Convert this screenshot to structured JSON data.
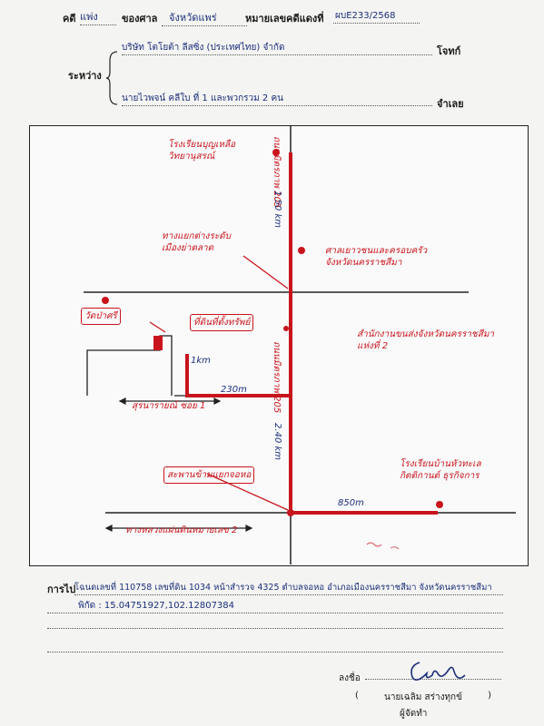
{
  "header": {
    "case_label": "คดี",
    "case_type": "แพ่ง",
    "court_label": "ของศาล",
    "court_name": "จังหวัดแพร่",
    "red_no_label": "หมายเลขคดีแดงที่",
    "red_no": "ผบE233/2568"
  },
  "parties": {
    "between_label": "ระหว่าง",
    "plaintiff": "บริษัท โตโยต้า ลีสซิ่ง (ประเทศไทย) จำกัด",
    "plaintiff_role": "โจทก์",
    "defendant": "นายไวพจน์ คลีใบ ที่ 1 และพวกรวม 2 คน",
    "defendant_role": "จำเลย"
  },
  "map": {
    "road_vertical_north": "ถนนมิตรภาพ 205",
    "road_vertical_south": "ถนนมิตรภาพ 205",
    "dist_north": "1.50 km",
    "dist_south": "2.40 km",
    "dist_mid": "230m",
    "dist_side": "1km",
    "dist_bottom": "850m",
    "school_top": [
      "โรงเรียนบุญเหลือ",
      "วิทยานุสรณ์"
    ],
    "market": [
      "ทางแยกต่างระดับ",
      "เมืองย่าตลาด"
    ],
    "court_building": [
      "ศาลเยาวชนและครอบครัว",
      "จังหวัดนครราชสีมา"
    ],
    "temple": "วัดป่าศรี",
    "target": "ที่ดินที่ตั้งทรัพย์",
    "office": [
      "สำนักงานขนส่งจังหวัดนครราชสีมา",
      "แห่งที่ 2"
    ],
    "soi": "สุรนารายณ์ ซอย 1",
    "junction": "สะพานข้ามแยกจอหอ",
    "school_bottom": [
      "โรงเรียนบ้านหัวทะเล",
      "กิตติกานต์ ธุรกิจการ"
    ],
    "bottom_road": "ทางหลวงแผ่นดินหมายเลข 2"
  },
  "footer": {
    "note_label": "การไป",
    "note_text": "โฉนดเลขที่ 110758 เลขที่ดิน 1034 หน้าสำรวจ 4325 ตำบลจอหอ อำเภอเมืองนครราชสีมา จังหวัดนครราชสีมา",
    "coords": "พิกัด : 15.04751927,102.12807384",
    "sign_label": "ลงชื่อ",
    "signer_name": "นายเฉลิม สร่างทุกข์",
    "signer_role": "ผู้จัดทำ"
  },
  "colors": {
    "ink_red": "#c8141c",
    "ink_blue": "#1b2f7a"
  }
}
